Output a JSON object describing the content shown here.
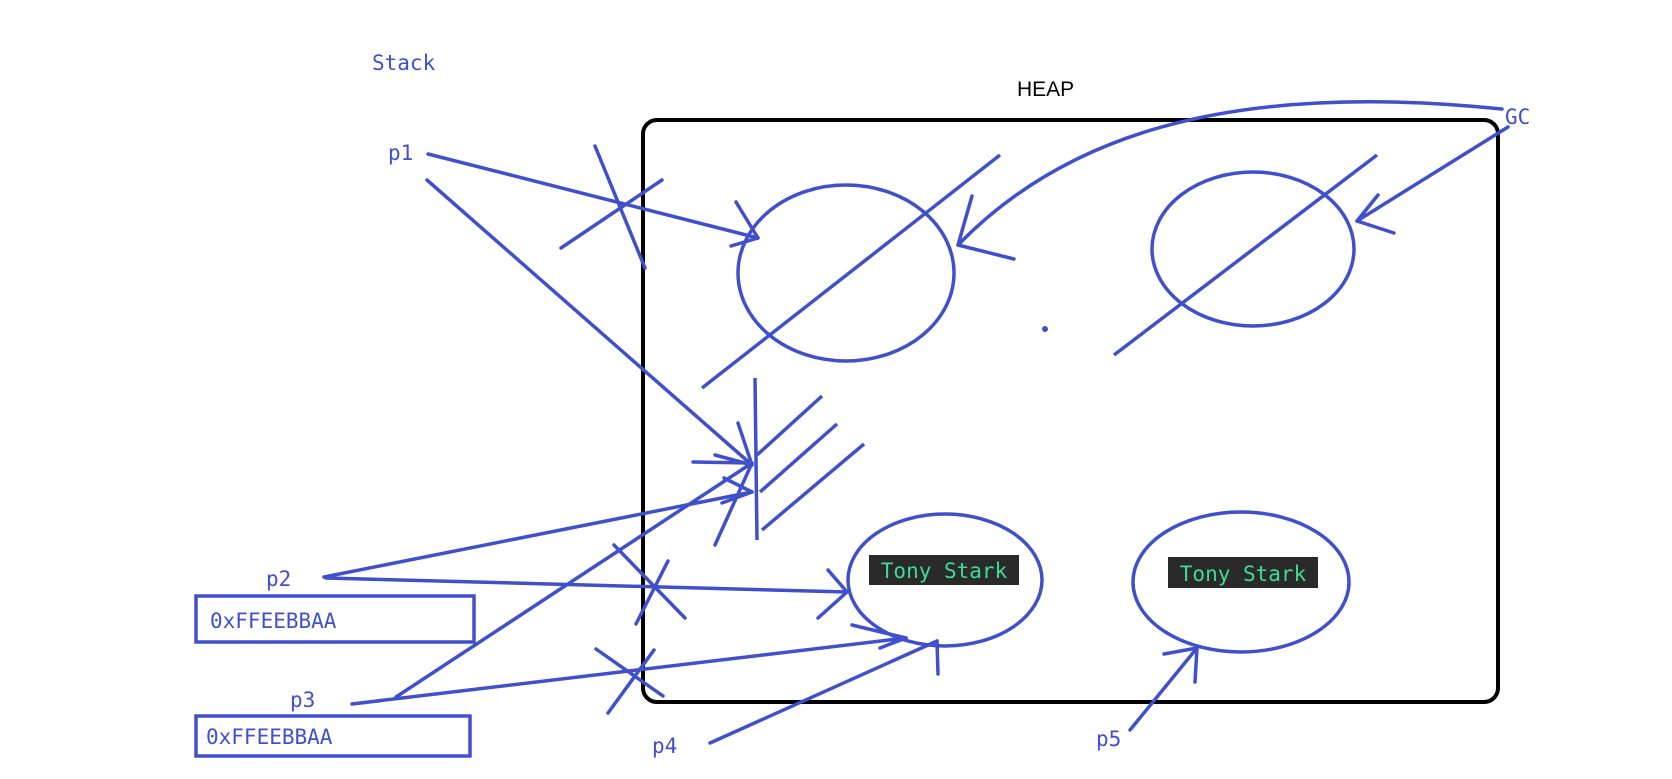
{
  "labels": {
    "stack": "Stack",
    "heap": "HEAP",
    "gc": "GC",
    "p1": "p1",
    "p2": "p2",
    "p3": "p3",
    "p4": "p4",
    "p5": "p5"
  },
  "stack_values": {
    "p2_address": "0xFFEEBBAA",
    "p3_address": "0xFFEEBBAA"
  },
  "heap_objects": {
    "object3_text": "Tony Stark",
    "object4_text": "Tony Stark"
  },
  "colors": {
    "ink": "#4050cc",
    "heap_border": "#000000",
    "object_text": "#3ddc97",
    "object_text_bg": "#2a2a2a"
  }
}
